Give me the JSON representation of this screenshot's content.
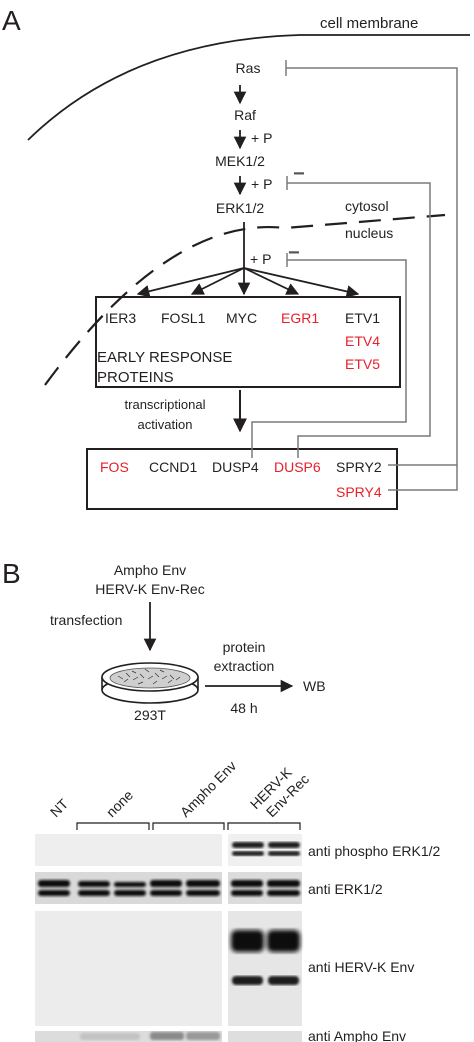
{
  "panel_a": {
    "label": "A",
    "membrane_label": "cell membrane",
    "cytosol_label": "cytosol",
    "nucleus_label": "nucleus",
    "cascade": [
      "Ras",
      "Raf",
      "MEK1/2",
      "ERK1/2"
    ],
    "phospho": "+ P",
    "inhibit": "−",
    "early_genes": {
      "ier3": "IER3",
      "fosl1": "FOSL1",
      "myc": "MYC",
      "egr1": "EGR1",
      "etv1": "ETV1",
      "etv4": "ETV4",
      "etv5": "ETV5"
    },
    "early_title_1": "EARLY RESPONSE",
    "early_title_2": "PROTEINS",
    "activation_1": "transcriptional",
    "activation_2": "activation",
    "late_genes": {
      "fos": "FOS",
      "ccnd1": "CCND1",
      "dusp4": "DUSP4",
      "dusp6": "DUSP6",
      "spry2": "SPRY2",
      "spry4": "SPRY4"
    }
  },
  "panel_b": {
    "label": "B",
    "construct_1": "Ampho Env",
    "construct_2": "HERV-K Env-Rec",
    "transfection": "transfection",
    "cells": "293T",
    "extraction_1": "protein",
    "extraction_2": "extraction",
    "time": "48 h",
    "readout": "WB",
    "lanes": {
      "nt": "NT",
      "none": "none",
      "ampho": "Ampho Env",
      "herv_1": "HERV-K",
      "herv_2": "Env-Rec"
    },
    "blots": {
      "phospho_erk": "anti phospho ERK1/2",
      "erk": "anti ERK1/2",
      "herv_env": "anti HERV-K Env",
      "ampho_env": "anti Ampho Env"
    }
  },
  "colors": {
    "highlight": "#e8202a",
    "text": "#231f20",
    "feedback_line": "#7a7a7a"
  }
}
